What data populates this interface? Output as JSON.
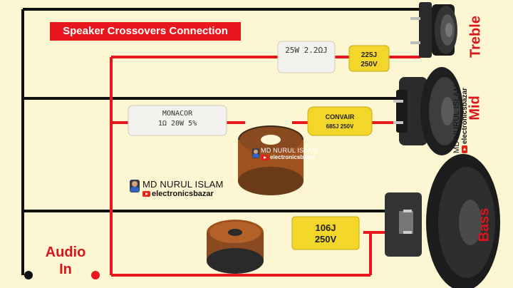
{
  "title": "Speaker Crossovers Connection",
  "labels": {
    "treble": "Treble",
    "mid": "Mid",
    "bass": "Bass",
    "audio": "Audio",
    "in": "In"
  },
  "brand": {
    "name": "MD NURUL ISLAM",
    "channel": "electronicsbazar"
  },
  "components": {
    "treble_resistor": "25W 2.2ΩJ",
    "treble_capacitor_value": "225J",
    "treble_capacitor_voltage": "250V",
    "mid_resistor_brand": "MONACOR",
    "mid_resistor_spec": "1Ω 20W 5%",
    "mid_capacitor_brand": "CONVAIR",
    "mid_capacitor_spec": "685J 250V",
    "bass_capacitor_value": "106J",
    "bass_capacitor_voltage": "250V"
  },
  "colors": {
    "background": "#fdf6d3",
    "negative_wire": "#111111",
    "positive_wire": "#e8171d",
    "label_red": "#d9161c",
    "capacitor_yellow": "#f3d62a",
    "resistor_white": "#f4f2ee",
    "coil_copper": "#a0521e"
  }
}
